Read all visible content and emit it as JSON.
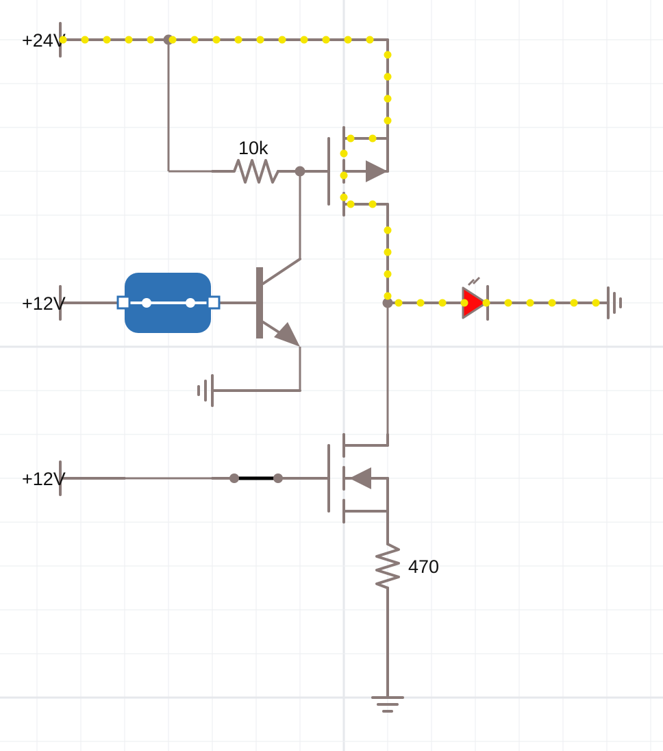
{
  "colors": {
    "wire": "#8a7a78",
    "current_dot": "#f5e600",
    "switch_active": "#2f72b5",
    "led_fill": "#ff0a0a",
    "switch_bar_open": "#000000"
  },
  "supplies": {
    "v24": "+24V",
    "v12_top": "+12V",
    "v12_bottom": "+12V"
  },
  "components": {
    "r_gate": "10k",
    "r_source": "470"
  }
}
